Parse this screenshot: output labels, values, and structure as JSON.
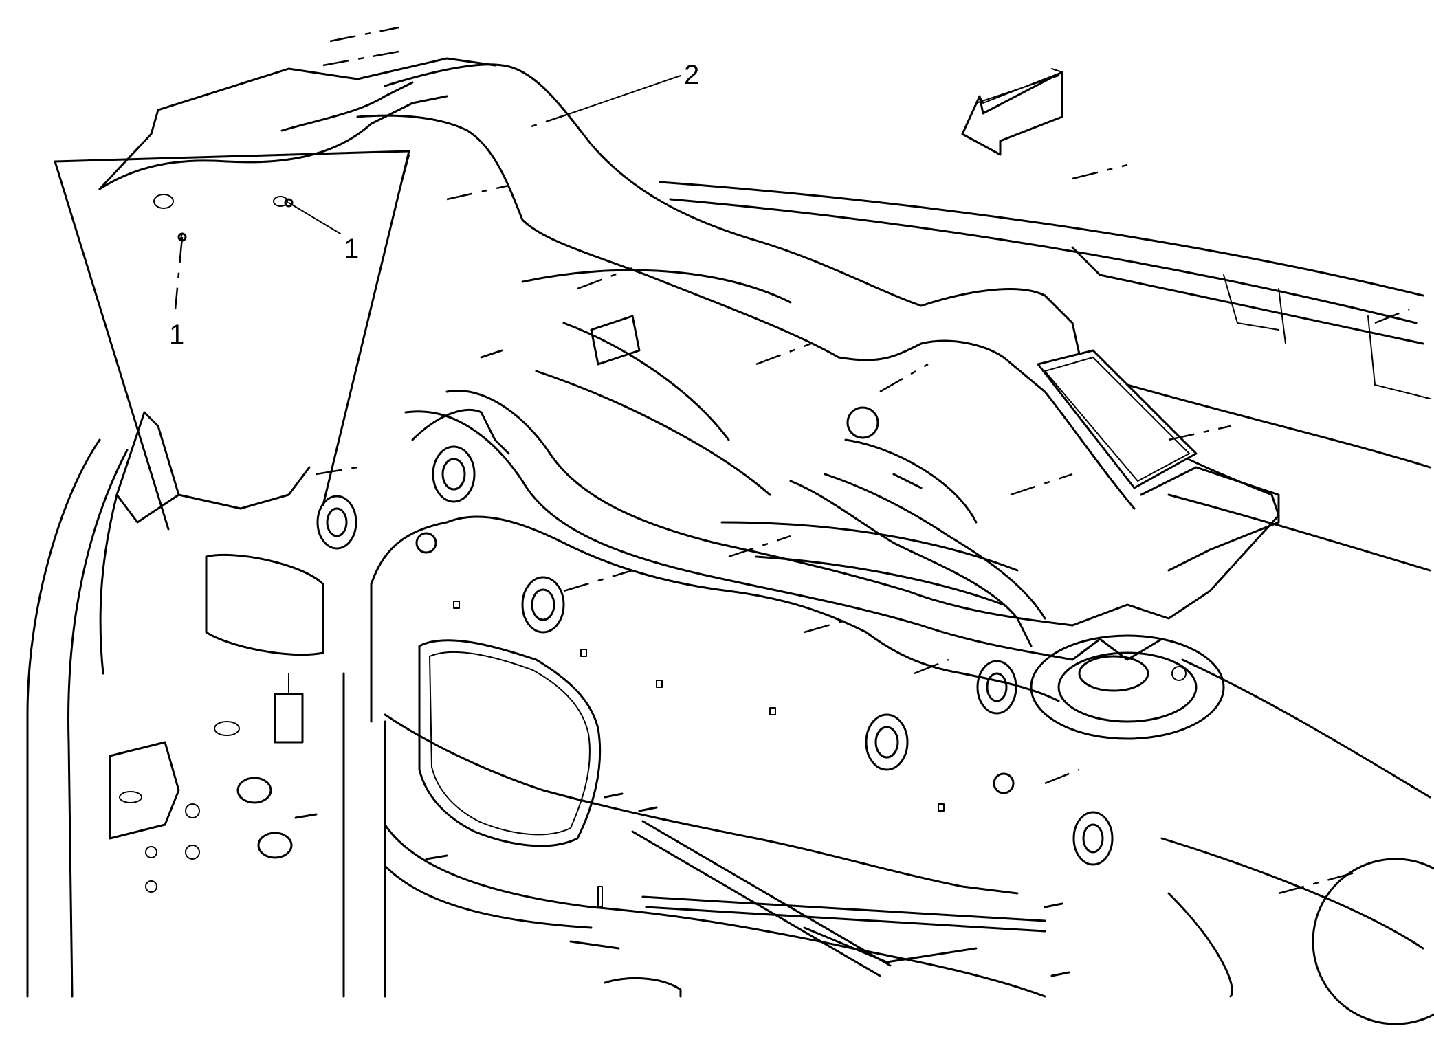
{
  "callouts": [
    {
      "id": "fastener-left",
      "label": "1"
    },
    {
      "id": "fastener-right",
      "label": "1"
    },
    {
      "id": "trim-panel",
      "label": "2"
    }
  ],
  "view_arrow_icon": "view-direction-arrow-icon",
  "colors": {
    "stroke": "#000000",
    "background": "#ffffff"
  }
}
